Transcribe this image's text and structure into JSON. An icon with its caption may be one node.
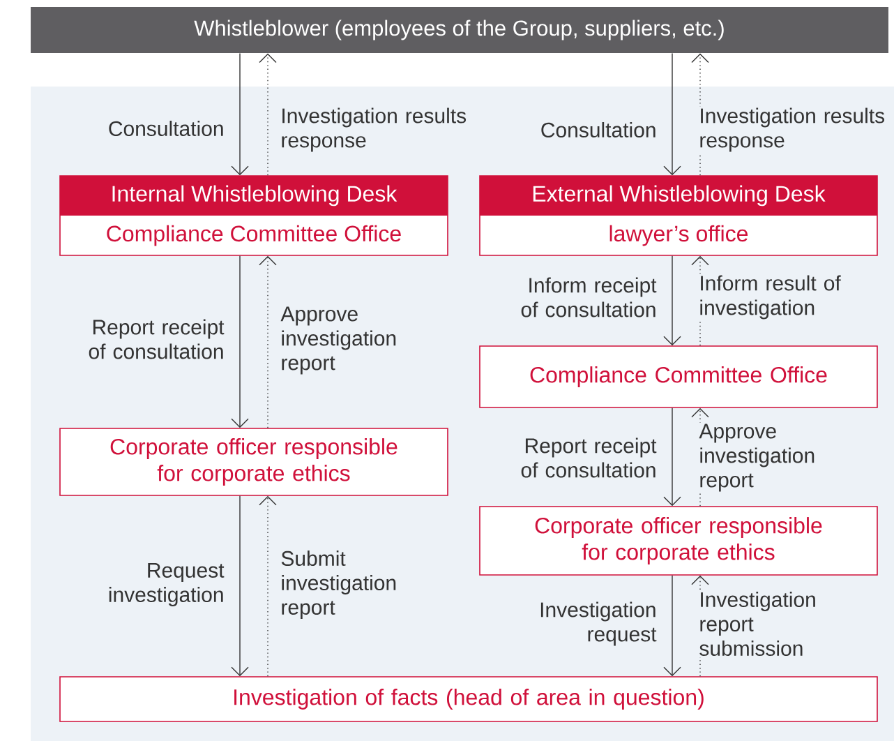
{
  "diagram": {
    "nodes": [
      {
        "text": [
          "Whistleblower (employees of the Group, suppliers, etc.)"
        ]
      },
      {
        "text": [
          "Internal Whistleblowing Desk",
          "Compliance Committee Office"
        ]
      },
      {
        "text": [
          "External Whistleblowing Desk",
          "lawyer’s office"
        ]
      },
      {
        "text": [
          "Compliance Committee Office"
        ]
      },
      {
        "text": [
          "Corporate officer responsible for corporate ethics"
        ]
      },
      {
        "text": [
          "Corporate officer responsible for corporate ethics"
        ]
      },
      {
        "text": [
          "Investigation of facts (head of area in question)"
        ]
      }
    ],
    "edges": [
      {
        "from": 0,
        "to": 1,
        "arrow": "to",
        "label": "Consultation"
      },
      {
        "from": 1,
        "to": 0,
        "arrow": "to",
        "style": "dashed",
        "label": "Investigation results response"
      },
      {
        "from": 0,
        "to": 2,
        "arrow": "to",
        "label": "Consultation"
      },
      {
        "from": 2,
        "to": 0,
        "arrow": "to",
        "style": "dashed",
        "label": "Investigation results response"
      },
      {
        "from": 1,
        "to": 4,
        "arrow": "to",
        "label": "Report receipt of consultation"
      },
      {
        "from": 4,
        "to": 1,
        "arrow": "to",
        "style": "dashed",
        "label": "Approve investigation report"
      },
      {
        "from": 2,
        "to": 3,
        "arrow": "to",
        "label": "Inform receipt of consultation"
      },
      {
        "from": 3,
        "to": 2,
        "arrow": "to",
        "style": "dashed",
        "label": "Inform result of investigation"
      },
      {
        "from": 3,
        "to": 5,
        "arrow": "to",
        "label": "Report receipt of consultation"
      },
      {
        "from": 5,
        "to": 3,
        "arrow": "to",
        "style": "dashed",
        "label": "Approve investigation report"
      },
      {
        "from": 4,
        "to": 6,
        "arrow": "to",
        "label": "Request investigation"
      },
      {
        "from": 6,
        "to": 4,
        "arrow": "to",
        "style": "dashed",
        "label": "Submit investigation report"
      },
      {
        "from": 5,
        "to": 6,
        "arrow": "to",
        "label": "Investigation request"
      },
      {
        "from": 6,
        "to": 5,
        "arrow": "to",
        "style": "dashed",
        "label": "Investigation report submission"
      }
    ]
  }
}
